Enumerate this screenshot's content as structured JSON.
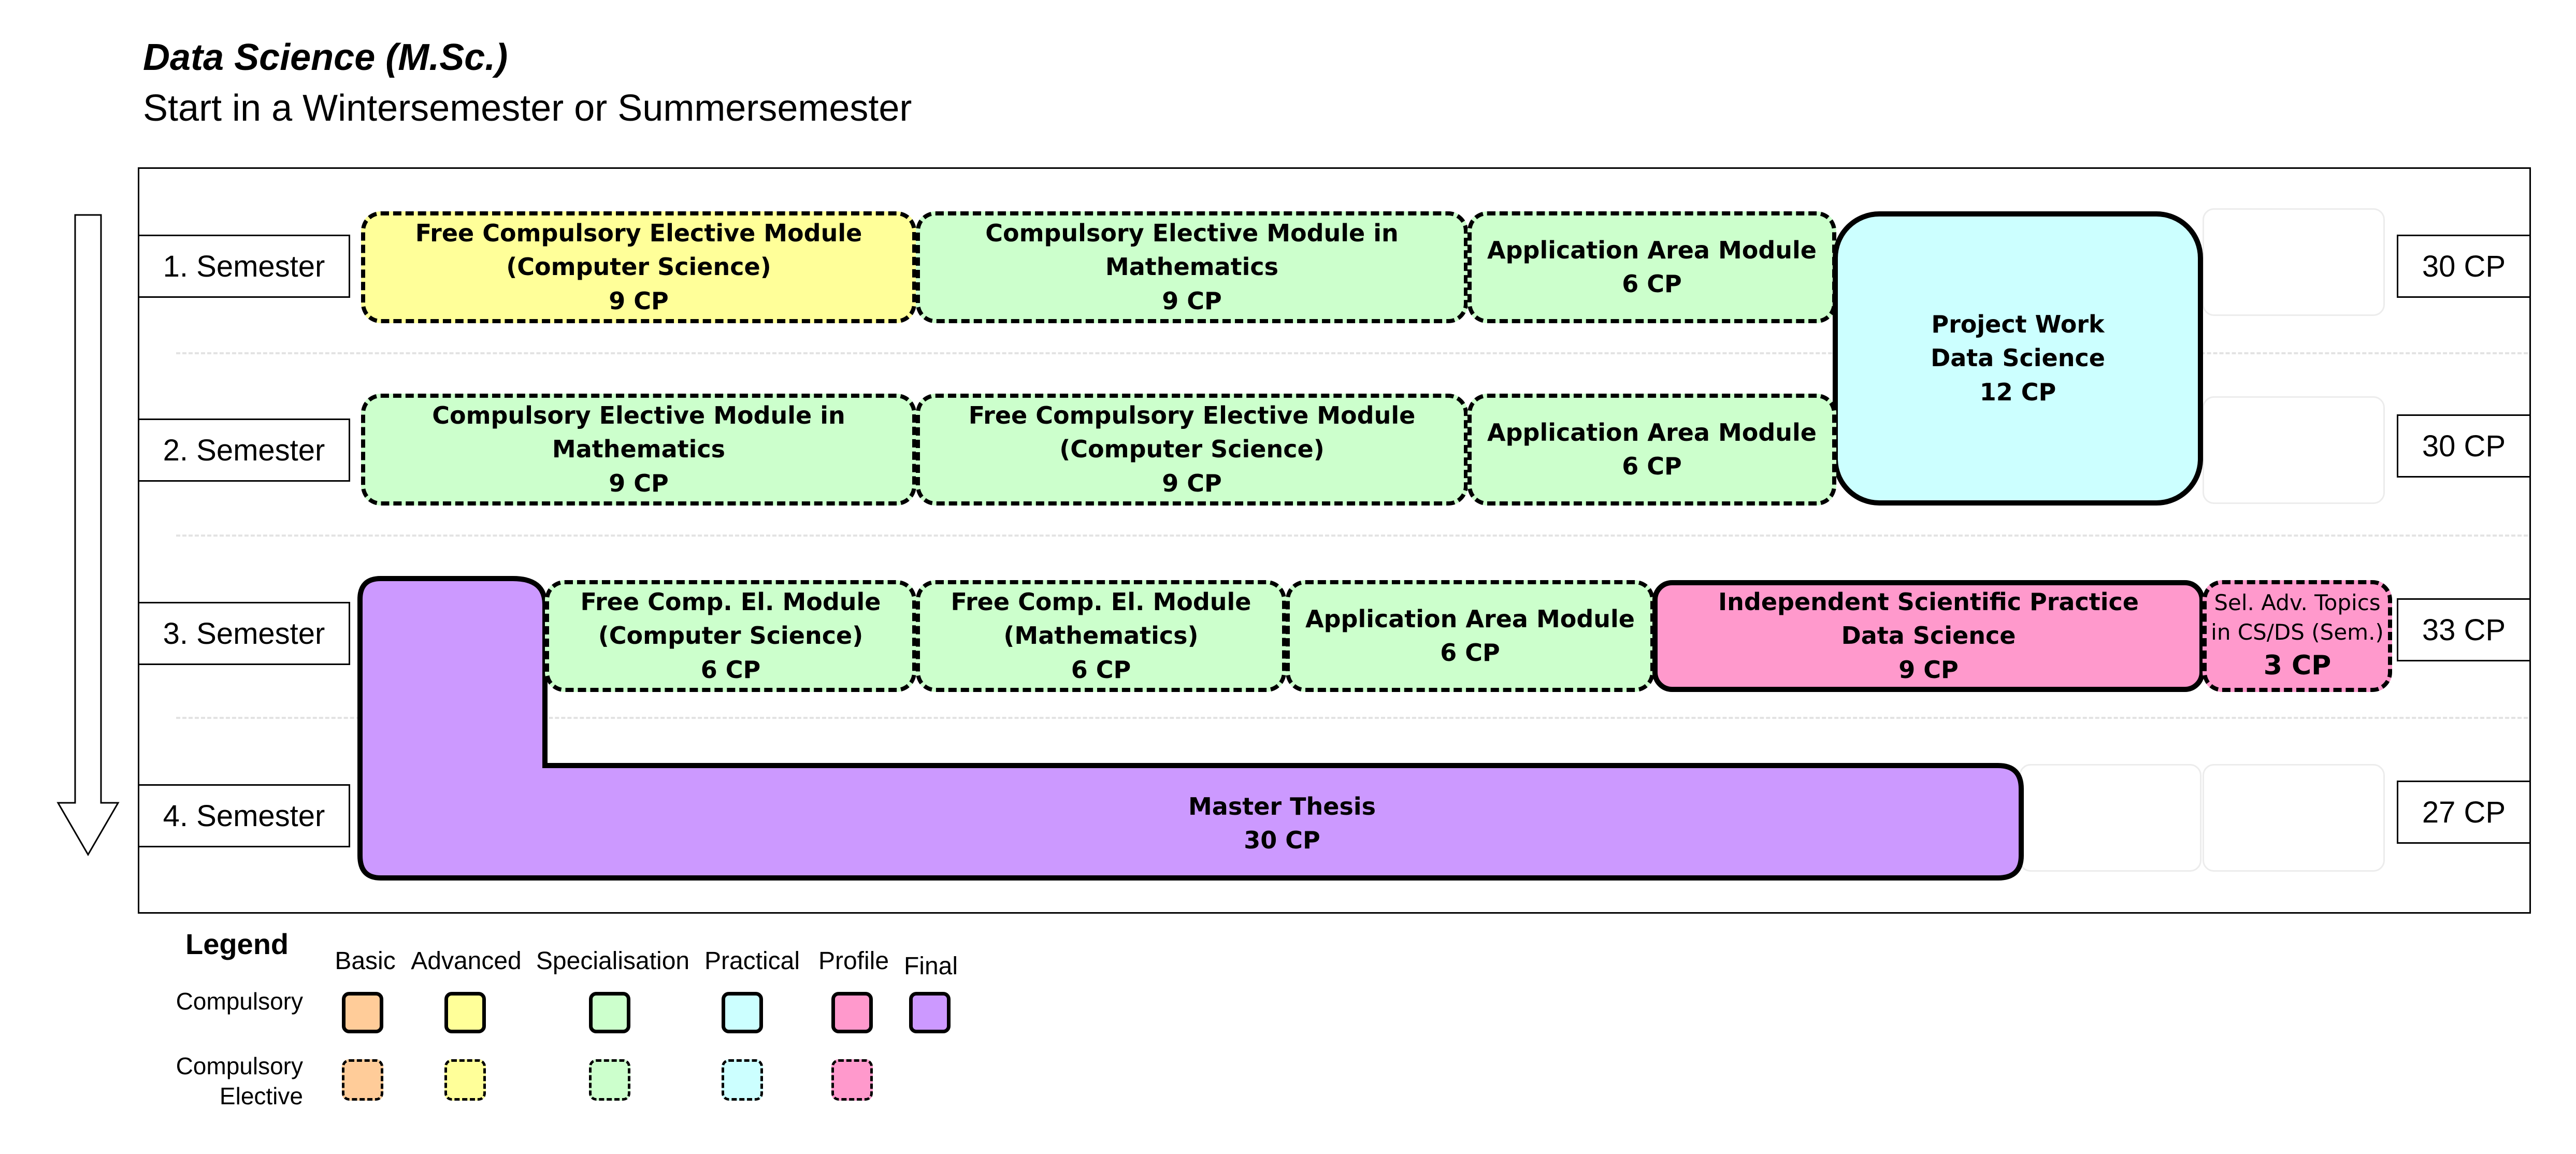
{
  "title": "Data Science (M.Sc.)",
  "subtitle": "Start in a Wintersemester or Summersemester",
  "semesters": [
    {
      "label": "1. Semester",
      "cp": "30 CP"
    },
    {
      "label": "2. Semester",
      "cp": "30 CP"
    },
    {
      "label": "3. Semester",
      "cp": "33 CP"
    },
    {
      "label": "4. Semester",
      "cp": "27 CP"
    }
  ],
  "modules": {
    "s1_free_cs": {
      "line1": "Free Compulsory Elective Module",
      "line2": "(Computer Science)",
      "cp": "9 CP",
      "category": "Advanced",
      "type": "Compulsory Elective"
    },
    "s1_math": {
      "line1": "Compulsory Elective Module in",
      "line2": "Mathematics",
      "cp": "9 CP",
      "category": "Specialisation",
      "type": "Compulsory Elective"
    },
    "s1_app": {
      "line1": "Application Area Module",
      "cp": "6 CP",
      "category": "Specialisation",
      "type": "Compulsory Elective"
    },
    "project": {
      "line1": "Project Work",
      "line2": "Data Science",
      "cp": "12 CP",
      "category": "Practical",
      "type": "Compulsory"
    },
    "s2_math": {
      "line1": "Compulsory Elective Module in",
      "line2": "Mathematics",
      "cp": "9 CP",
      "category": "Specialisation",
      "type": "Compulsory Elective"
    },
    "s2_free_cs": {
      "line1": "Free Compulsory Elective Module",
      "line2": "(Computer Science)",
      "cp": "9 CP",
      "category": "Specialisation",
      "type": "Compulsory Elective"
    },
    "s2_app": {
      "line1": "Application Area Module",
      "cp": "6 CP",
      "category": "Specialisation",
      "type": "Compulsory Elective"
    },
    "s3_free_cs": {
      "line1": "Free Comp. El. Module",
      "line2": "(Computer Science)",
      "cp": "6 CP",
      "category": "Specialisation",
      "type": "Compulsory Elective"
    },
    "s3_free_math": {
      "line1": "Free Comp. El. Module",
      "line2": "(Mathematics)",
      "cp": "6 CP",
      "category": "Specialisation",
      "type": "Compulsory Elective"
    },
    "s3_app": {
      "line1": "Application Area Module",
      "cp": "6 CP",
      "category": "Specialisation",
      "type": "Compulsory Elective"
    },
    "s3_isp": {
      "line1": "Independent Scientific Practice",
      "line2": "Data Science",
      "cp": "9 CP",
      "category": "Profile",
      "type": "Compulsory"
    },
    "s3_seladv": {
      "line1": "Sel. Adv. Topics",
      "line2": "in CS/DS (Sem.)",
      "cp": "3 CP",
      "category": "Profile",
      "type": "Compulsory Elective"
    },
    "thesis": {
      "line1": "Master Thesis",
      "cp": "30 CP",
      "category": "Final",
      "type": "Compulsory"
    }
  },
  "legend": {
    "title": "Legend",
    "columns": [
      "Basic",
      "Advanced",
      "Specialisation",
      "Practical",
      "Profile",
      "Final"
    ],
    "rows": [
      {
        "label_line1": "Compulsory",
        "label_line2": ""
      },
      {
        "label_line1": "Compulsory",
        "label_line2": "Elective"
      }
    ]
  },
  "colors": {
    "Basic": "#ffcc99",
    "Advanced": "#ffff99",
    "Specialisation": "#ccffcc",
    "Practical": "#ccffff",
    "Profile": "#ff99cc",
    "Final": "#cc99ff"
  }
}
